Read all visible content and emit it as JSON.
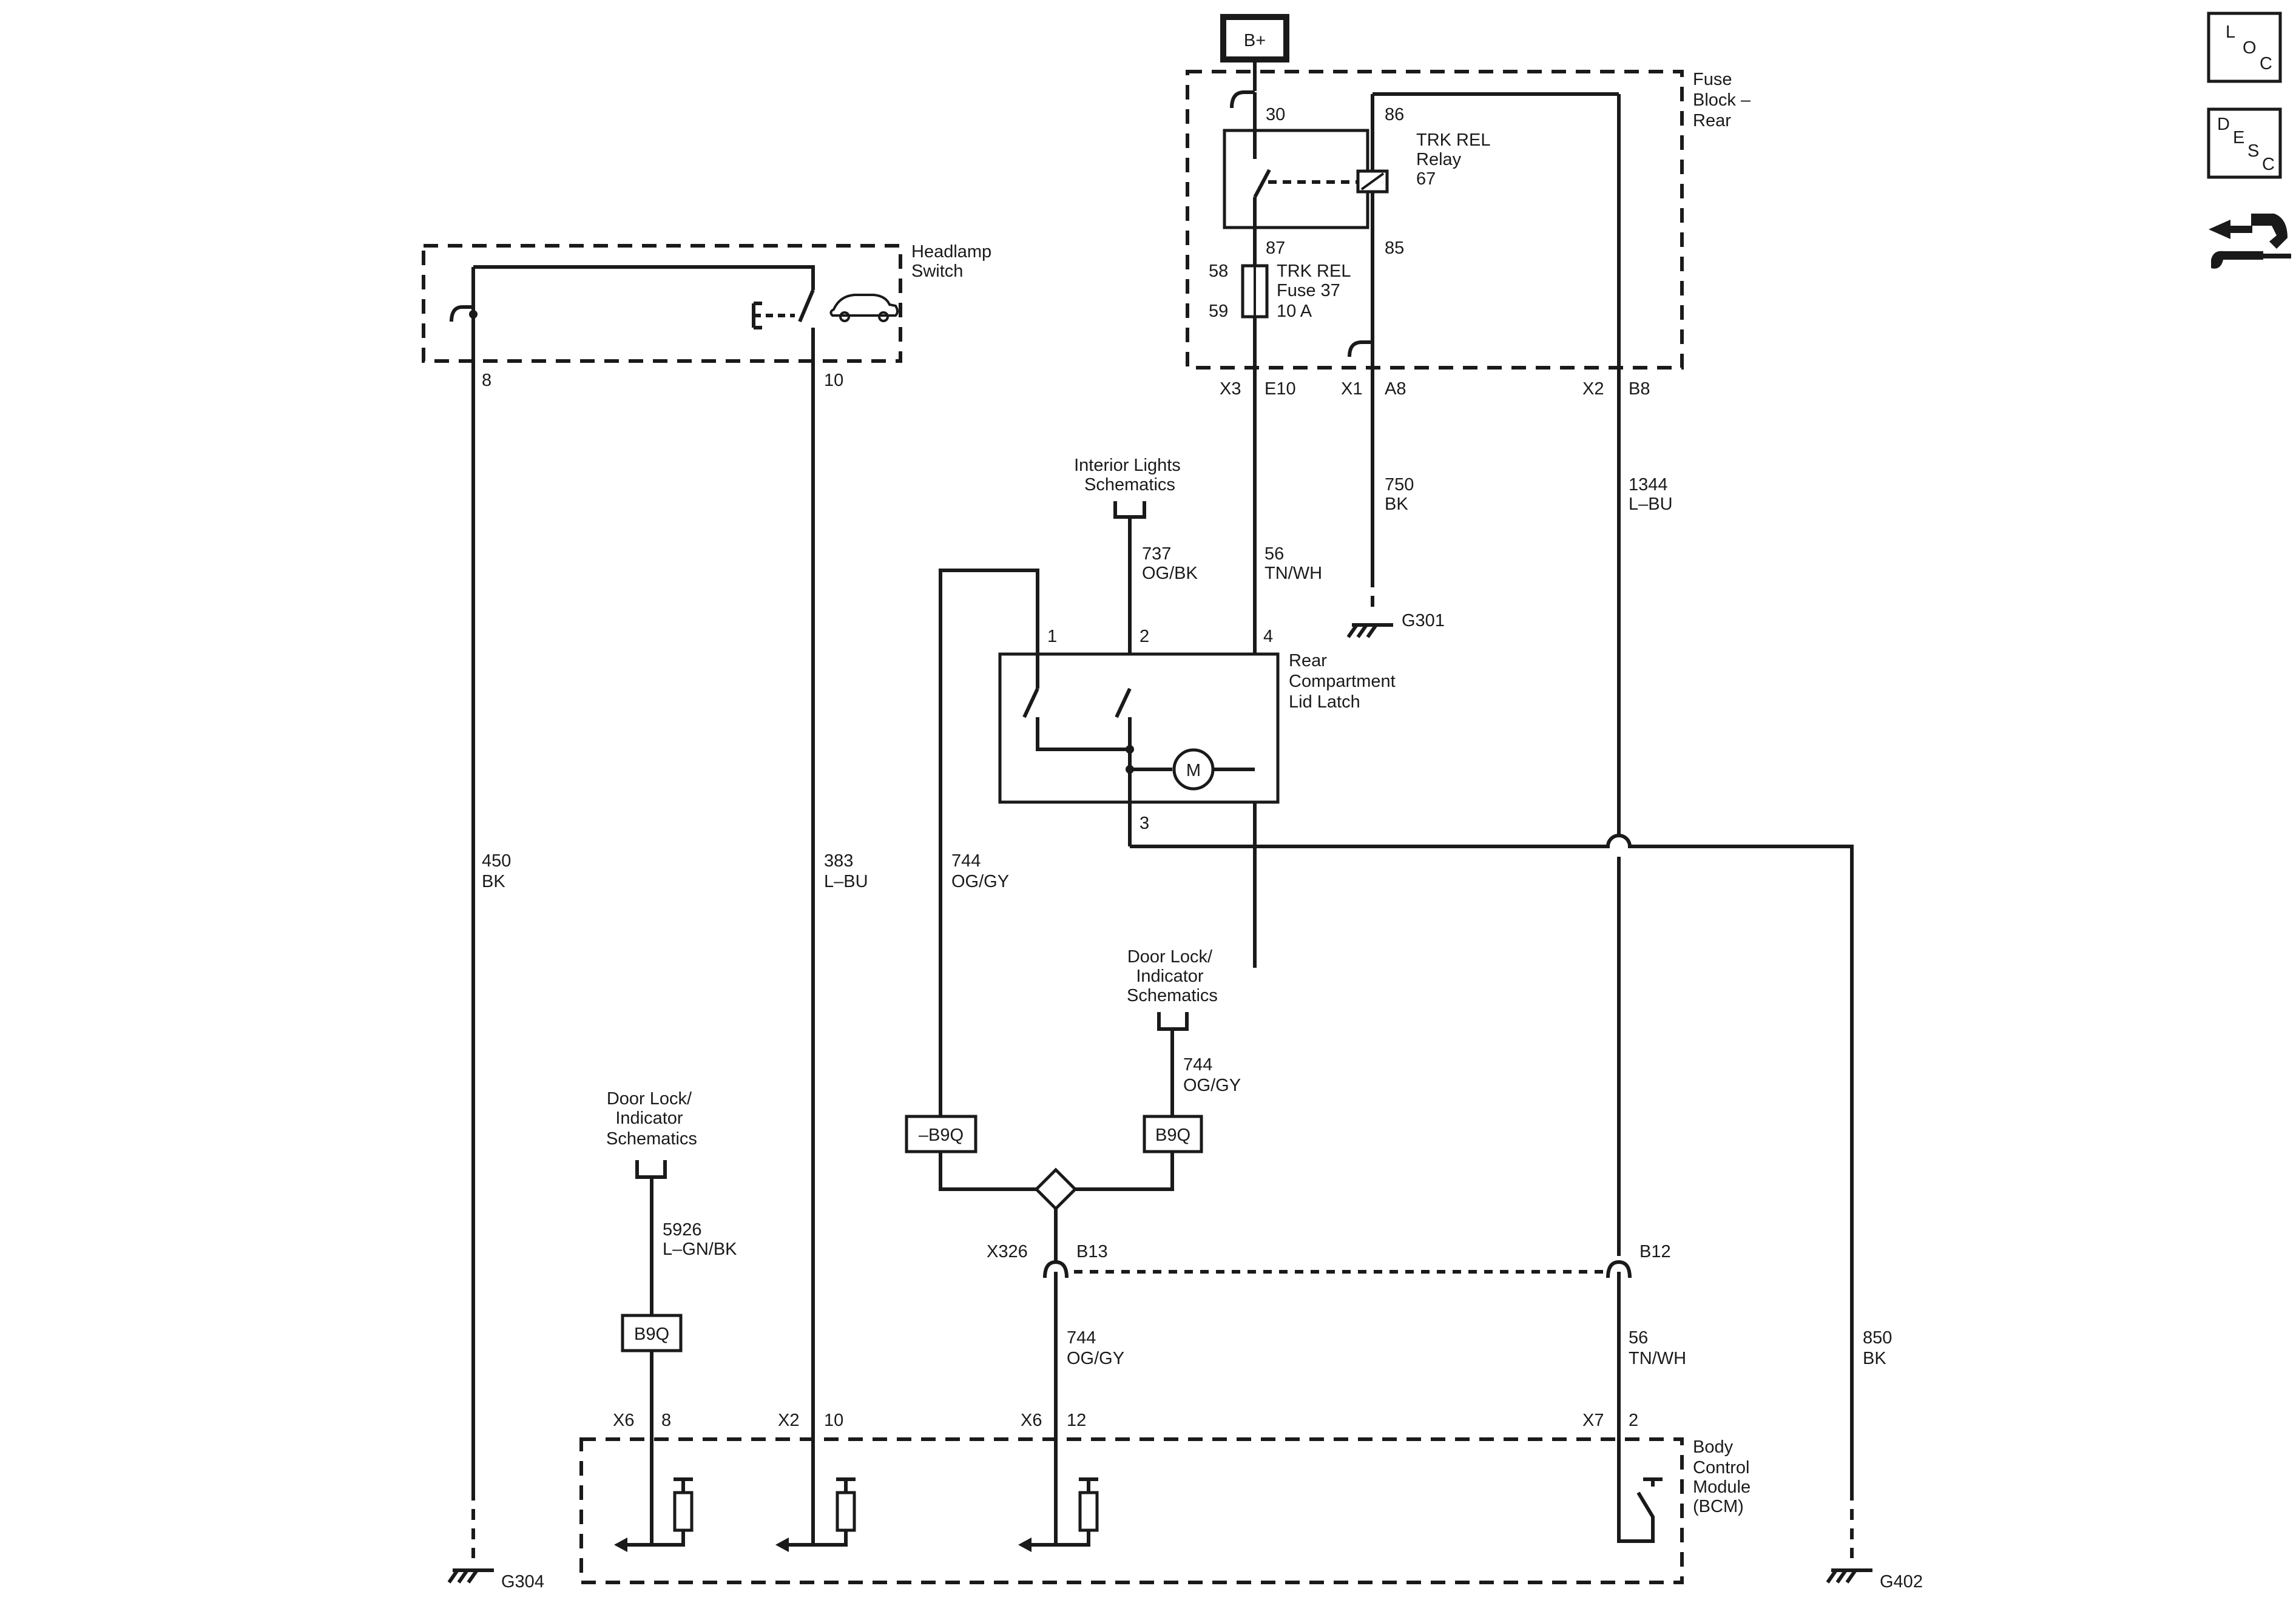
{
  "power": {
    "b_plus": "B+"
  },
  "fuse_block": {
    "label": [
      "Fuse",
      "Block –",
      "Rear"
    ],
    "relay_label": [
      "TRK REL",
      "Relay",
      "67"
    ],
    "fuse_label": [
      "TRK REL",
      "Fuse 37",
      "10 A"
    ],
    "pins": {
      "p30": "30",
      "p86": "86",
      "p87": "87",
      "p85": "85",
      "p58": "58",
      "p59": "59"
    },
    "connectors": {
      "x3": "X3",
      "e10": "E10",
      "x1": "X1",
      "a8": "A8",
      "x2": "X2",
      "b8": "B8"
    }
  },
  "headlamp_switch": {
    "label": [
      "Headlamp",
      "Switch"
    ],
    "pin_a": "8",
    "pin_b": "10"
  },
  "latch": {
    "label": [
      "Rear",
      "Compartment",
      "Lid Latch"
    ],
    "pins": {
      "p1": "1",
      "p2": "2",
      "p4": "4",
      "p3": "3"
    },
    "motor": "M"
  },
  "bcm": {
    "label": [
      "Body",
      "Control",
      "Module",
      "(BCM)"
    ],
    "c1": {
      "conn": "X6",
      "pin": "8"
    },
    "c2": {
      "conn": "X2",
      "pin": "10"
    },
    "c3": {
      "conn": "X6",
      "pin": "12"
    },
    "c4": {
      "conn": "X7",
      "pin": "2"
    }
  },
  "refs": {
    "interior_lights": [
      "Interior Lights",
      "Schematics"
    ],
    "door_lock_right": [
      "Door Lock/",
      "Indicator",
      "Schematics"
    ],
    "door_lock_left": [
      "Door Lock/",
      "Indicator",
      "Schematics"
    ]
  },
  "wires": {
    "w450": [
      "450",
      "BK"
    ],
    "w383": [
      "383",
      "L–BU"
    ],
    "w744a": [
      "744",
      "OG/GY"
    ],
    "w737": [
      "737",
      "OG/BK"
    ],
    "w56a": [
      "56",
      "TN/WH"
    ],
    "w750": [
      "750",
      "BK"
    ],
    "w1344": [
      "1344",
      "L–BU"
    ],
    "w744b": [
      "744",
      "OG/GY"
    ],
    "w5926": [
      "5926",
      "L–GN/BK"
    ],
    "w744c": [
      "744",
      "OG/GY"
    ],
    "w56b": [
      "56",
      "TN/WH"
    ],
    "w850": [
      "850",
      "BK"
    ]
  },
  "options": {
    "neg_b9q": "–B9Q",
    "b9q_right": "B9Q",
    "b9q_left": "B9Q"
  },
  "inline": {
    "x326": "X326",
    "b13": "B13",
    "b12": "B12"
  },
  "grounds": {
    "g301": "G301",
    "g304": "G304",
    "g402": "G402"
  },
  "side_icons": {
    "loc": [
      "L",
      "O",
      "C"
    ],
    "desc": [
      "D",
      "E",
      "S",
      "C"
    ],
    "connector_icon": "connector-repair-icon"
  }
}
